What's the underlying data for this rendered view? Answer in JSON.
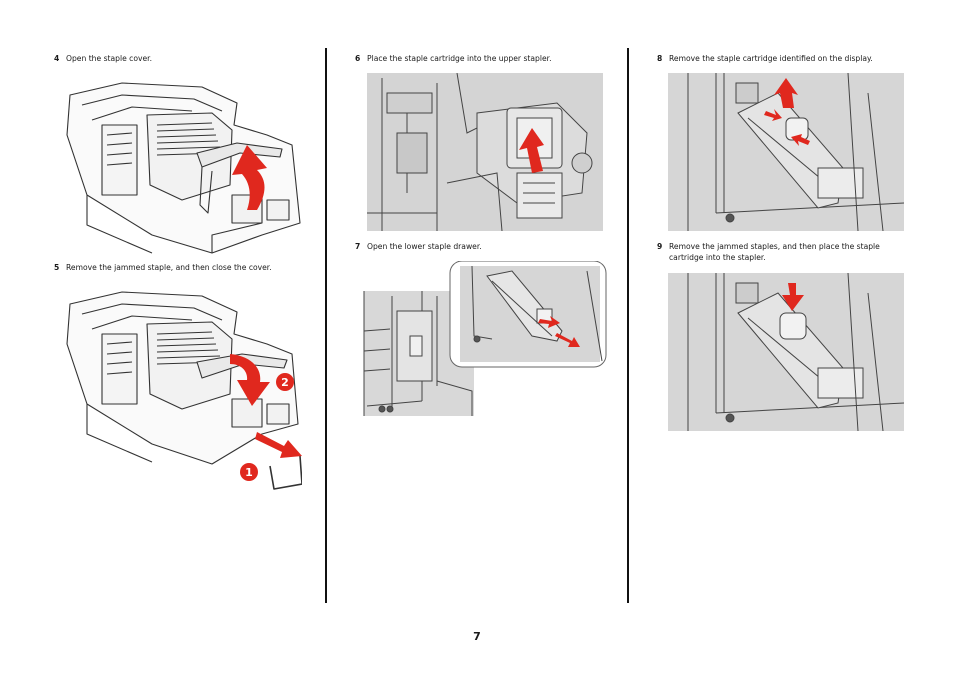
{
  "steps": [
    {
      "num": "4",
      "text": "Open the staple cover."
    },
    {
      "num": "5",
      "text": "Remove the jammed staple, and then close the cover."
    },
    {
      "num": "6",
      "text": "Place the staple cartridge into the upper stapler."
    },
    {
      "num": "7",
      "text": "Open the lower staple drawer."
    },
    {
      "num": "8",
      "text": "Remove the staple cartridge identified on the display."
    },
    {
      "num": "9",
      "line1": "Remove the jammed staples, and then place the staple",
      "line2": "cartridge into the stapler."
    }
  ],
  "callouts": {
    "one": "1",
    "two": "2"
  },
  "page_number": "7",
  "colors": {
    "arrow_red": "#e0281e",
    "photo_gray": "#d8d8d8",
    "line": "#333333"
  }
}
